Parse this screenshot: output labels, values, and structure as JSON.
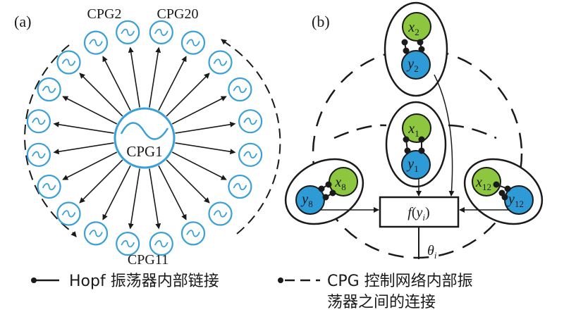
{
  "panel_a": {
    "label": "(a)",
    "center_label": "CPG1",
    "top_labels": [
      "CPG2",
      "CPG20"
    ],
    "bottom_label": "CPG11",
    "oscillator_count": 20
  },
  "panel_b": {
    "label": "(b)",
    "func_label": "f(y_i)",
    "theta_label": "θ_i",
    "groups": [
      {
        "name": "top",
        "x": "x",
        "x_sub": "2",
        "y": "y",
        "y_sub": "2"
      },
      {
        "name": "center",
        "x": "x",
        "x_sub": "1",
        "y": "y",
        "y_sub": "1"
      },
      {
        "name": "left",
        "x": "x",
        "x_sub": "8",
        "y": "y",
        "y_sub": "8"
      },
      {
        "name": "right",
        "x": "x",
        "x_sub": "12",
        "y": "y",
        "y_sub": "12"
      }
    ]
  },
  "legend": {
    "solid": "Hopf 振荡器内部链接",
    "dashed_line1": "CPG 控制网络内部振",
    "dashed_line2": "荡器之间的连接"
  },
  "colors": {
    "ring_blue": "#3aa0d6",
    "node_green": "#8dc63f",
    "node_blue": "#2e9bd6",
    "ink": "#1a1a1a"
  }
}
